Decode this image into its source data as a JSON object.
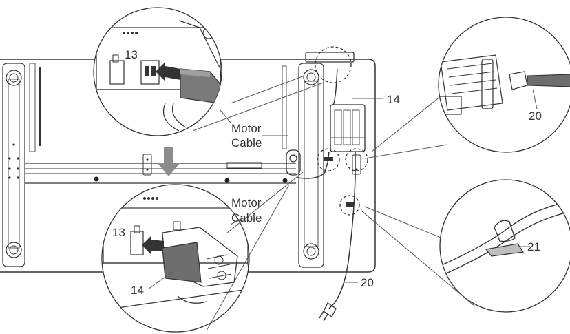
{
  "callouts": {
    "top_13": "13",
    "motor_cable_top_line1": "Motor",
    "motor_cable_top_line2": "Cable",
    "right_14": "14",
    "right_20": "20",
    "bottom_motor_cable_line1": "Motor",
    "bottom_motor_cable_line2": "Cable",
    "bottom_13": "13",
    "bottom_14": "14",
    "plug_20": "20",
    "clip_21": "21"
  },
  "colors": {
    "line": "#333333",
    "frame_fill": "#ffffff",
    "motor_box": "#6e6e6e",
    "arrow": "#8c8c8c"
  }
}
